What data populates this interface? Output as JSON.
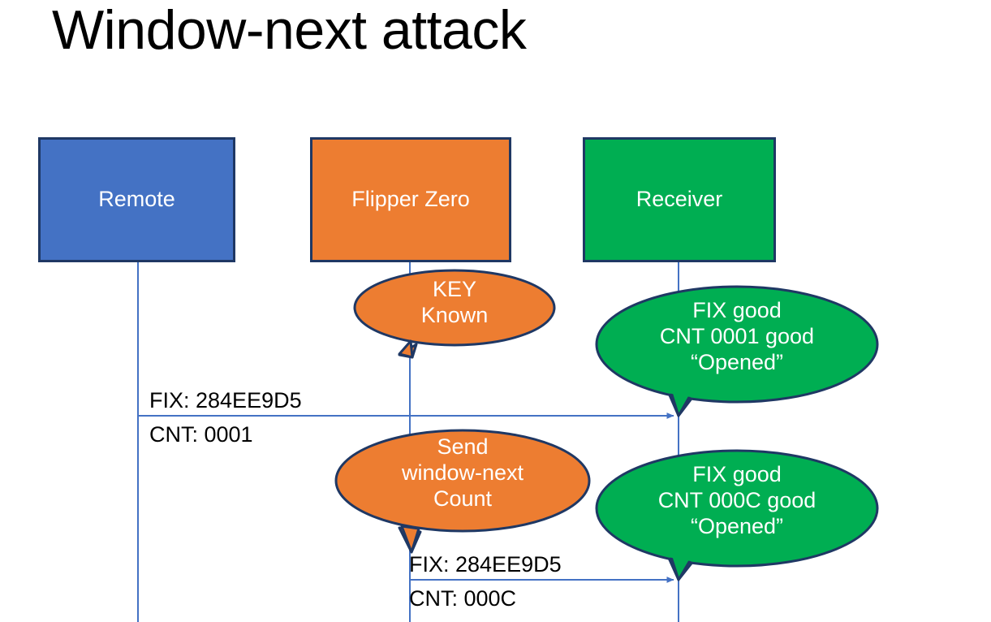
{
  "slide": {
    "title": "Window-next attack"
  },
  "colors": {
    "blue_fill": "#4472C4",
    "orange_fill": "#ED7D31",
    "green_fill": "#00AE52",
    "shape_outline": "#1F3864",
    "line_color": "#4472C4",
    "text_on_shape": "#FFFFFF",
    "text_default": "#000000",
    "background": "#FFFFFF"
  },
  "actors": [
    {
      "id": "remote",
      "label": "Remote",
      "fill": "#4472C4"
    },
    {
      "id": "flipper",
      "label": "Flipper Zero",
      "fill": "#ED7D31"
    },
    {
      "id": "receiver",
      "label": "Receiver",
      "fill": "#00AE52"
    }
  ],
  "callouts": [
    {
      "id": "key-known",
      "owner": "flipper",
      "fill": "#ED7D31",
      "text": "KEY\nKnown"
    },
    {
      "id": "receiver-ok-1",
      "owner": "receiver",
      "fill": "#00AE52",
      "text": "FIX good\nCNT 0001 good\n“Opened”"
    },
    {
      "id": "send-window-next",
      "owner": "flipper",
      "fill": "#ED7D31",
      "text": "Send\nwindow-next\nCount"
    },
    {
      "id": "receiver-ok-2",
      "owner": "receiver",
      "fill": "#00AE52",
      "text": "FIX good\nCNT 000C good\n“Opened”"
    }
  ],
  "messages": [
    {
      "id": "msg-1",
      "from": "remote",
      "to": "receiver",
      "fix_label": "FIX: 284EE9D5",
      "cnt_label": "CNT: 0001"
    },
    {
      "id": "msg-2",
      "from": "flipper",
      "to": "receiver",
      "fix_label": "FIX: 284EE9D5",
      "cnt_label": "CNT: 000C"
    }
  ]
}
